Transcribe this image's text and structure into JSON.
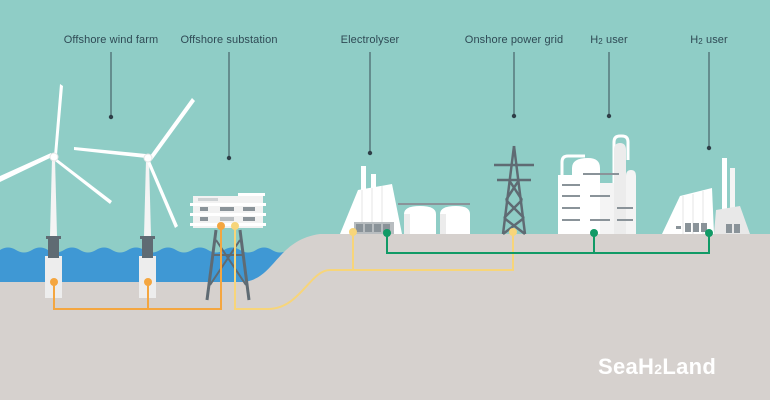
{
  "title": "SeaH2Land",
  "brand": {
    "prefix": "SeaH",
    "subscript": "2",
    "suffix": "Land"
  },
  "labels": [
    {
      "id": "offshore-wind-farm",
      "text": "Offshore wind farm"
    },
    {
      "id": "offshore-substation",
      "text": "Offshore substation"
    },
    {
      "id": "electrolyser",
      "text": "Electrolyser"
    },
    {
      "id": "onshore-power-grid",
      "text": "Onshore power grid"
    },
    {
      "id": "h2-user-1",
      "text_prefix": "H",
      "text_sub": "2",
      "text_suffix": " user"
    },
    {
      "id": "h2-user-2",
      "text_prefix": "H",
      "text_sub": "2",
      "text_suffix": " user"
    }
  ],
  "colors": {
    "sky": "#8fcdc6",
    "sea": "#3f98d4",
    "land": "#d6d1ce",
    "electricity_cable": "#f4a640",
    "onshore_cable": "#f7d57a",
    "hydrogen_pipeline": "#119a66",
    "structure_grey": "#5f6b73",
    "white": "#ffffff"
  },
  "connections": [
    {
      "from": "offshore-wind-farm",
      "to": "offshore-substation",
      "type": "electricity_cable"
    },
    {
      "from": "offshore-substation",
      "to": "electrolyser",
      "type": "onshore_cable"
    },
    {
      "from": "offshore-substation",
      "to": "onshore-power-grid",
      "type": "onshore_cable"
    },
    {
      "from": "electrolyser",
      "to": "h2-user-1",
      "type": "hydrogen_pipeline"
    },
    {
      "from": "electrolyser",
      "to": "h2-user-2",
      "type": "hydrogen_pipeline"
    }
  ]
}
